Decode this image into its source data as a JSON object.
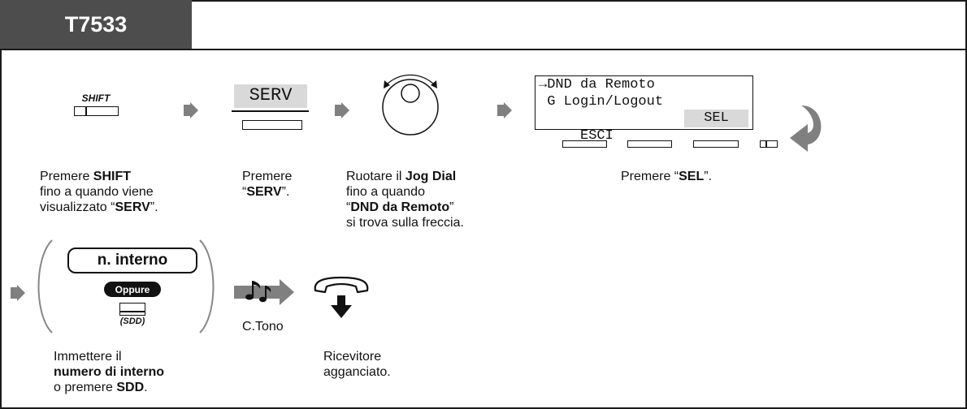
{
  "model": "T7533",
  "step1": {
    "key_label": "SHIFT",
    "line1_a": "Premere ",
    "line1_b": "SHIFT",
    "line2": "fino a quando viene",
    "line3_a": "visualizzato “",
    "line3_b": "SERV",
    "line3_c": "”."
  },
  "step2": {
    "key_label": "SERV",
    "line1": "Premere",
    "line2_a": "“",
    "line2_b": "SERV",
    "line2_c": "”."
  },
  "step3": {
    "line1_a": "Ruotare il ",
    "line1_b": "Jog Dial",
    "line2": "fino a quando",
    "line3_a": "“",
    "line3_b": "DND da Remoto",
    "line3_c": "”",
    "line4": "si trova sulla freccia."
  },
  "step4": {
    "lcd_line1": "→DND da Remoto",
    "lcd_line2": " G Login/Logout",
    "lcd_line3_left": " ESCI",
    "lcd_line3_right": "SEL",
    "line1_a": "Premere “",
    "line1_b": "SEL",
    "line1_c": "”."
  },
  "step5": {
    "pill_label": "n. interno",
    "or_label": "Oppure",
    "sdd_label": "(SDD)",
    "line1": "Immettere il",
    "line2": "numero di interno",
    "line3_a": "o premere ",
    "line3_b": "SDD",
    "line3_c": "."
  },
  "step6": {
    "tone_label": "C.Tono"
  },
  "step7": {
    "line1": "Ricevitore",
    "line2": "agganciato."
  },
  "colors": {
    "tab": "#4d4d4d",
    "highlight": "#d9d9d9",
    "arrow": "#808080",
    "ink": "#111111"
  }
}
